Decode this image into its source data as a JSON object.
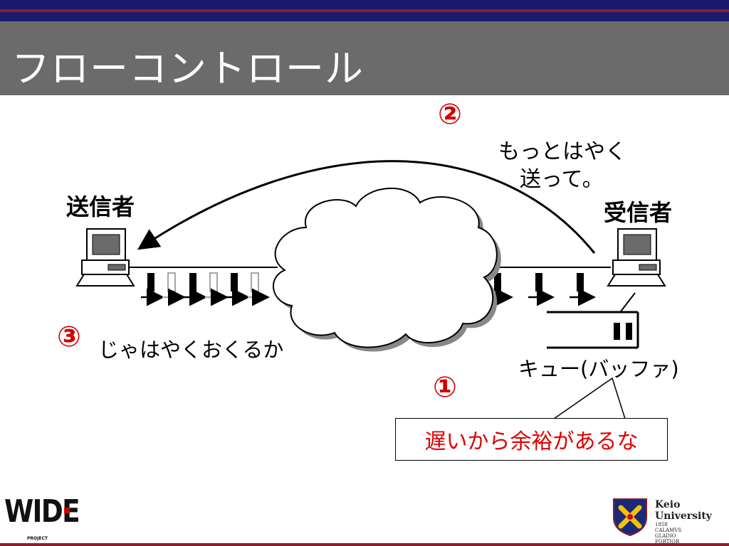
{
  "slide": {
    "title": "フローコントロール"
  },
  "diagram": {
    "sender_label": "送信者",
    "receiver_label": "受信者",
    "step1": "①",
    "step2": "②",
    "step3": "③",
    "receiver_msg_line1": "もっとはやく",
    "receiver_msg_line2": "送って。",
    "sender_thought": "じゃはやくおくるか",
    "queue_label": "キュー(バッファ)",
    "callout_text": "遅いから余裕があるな"
  },
  "footer": {
    "left_logo_text": "WIDE",
    "left_logo_sub": "PROJECT",
    "right_logo_name": "Keio University",
    "right_logo_year": "1858",
    "right_logo_motto": [
      "CALAMVS",
      "GLADIO",
      "FORTIOR"
    ]
  },
  "colors": {
    "title_bar": "#6b6b6b",
    "top_stripe_blue": "#1a1a6e",
    "top_stripe_red": "#8c1c2c",
    "step_number": "#d40000",
    "callout_text": "#e00000"
  },
  "icons": [
    "computer-icon",
    "cloud-icon",
    "packet-icon",
    "arrow-icon",
    "queue-icon"
  ]
}
